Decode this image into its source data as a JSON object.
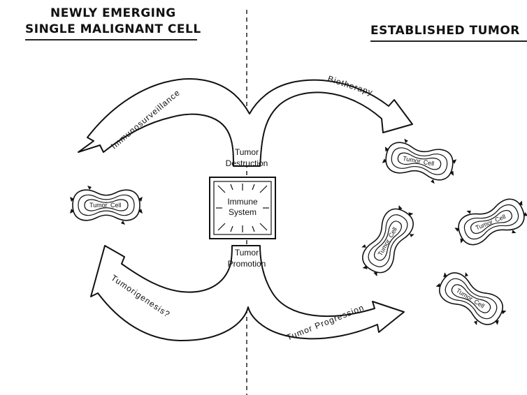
{
  "headings": {
    "left_line1": "NEWLY EMERGING",
    "left_line2": "SINGLE MALIGNANT CELL",
    "right": "ESTABLISHED TUMOR"
  },
  "arrows": {
    "immunosurveillance": "Immunosurveillance",
    "biotherapy": "Biotherapy",
    "tumorigenesis": "Tumorigenesis?",
    "tumor_progression": "Tumor Progression"
  },
  "center": {
    "destruction_line1": "Tumor",
    "destruction_line2": "Destruction",
    "immune_line1": "Immune",
    "immune_line2": "System",
    "promotion_line1": "Tumor",
    "promotion_line2": "Promotion"
  },
  "cell": {
    "word1": "Tumor",
    "word2": "Cell"
  }
}
